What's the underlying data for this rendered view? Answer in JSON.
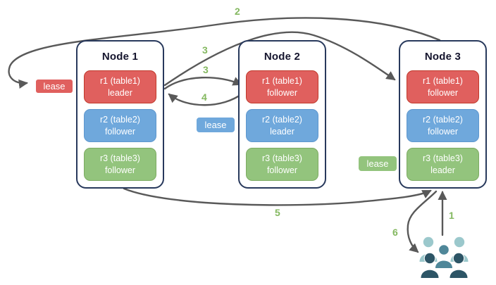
{
  "nodes": [
    {
      "title": "Node 1",
      "replicas": [
        {
          "label": "r1 (table1)",
          "role": "leader",
          "color": "red"
        },
        {
          "label": "r2 (table2)",
          "role": "follower",
          "color": "blue"
        },
        {
          "label": "r3 (table3)",
          "role": "follower",
          "color": "green"
        }
      ]
    },
    {
      "title": "Node 2",
      "replicas": [
        {
          "label": "r1 (table1)",
          "role": "follower",
          "color": "red"
        },
        {
          "label": "r2 (table2)",
          "role": "leader",
          "color": "blue"
        },
        {
          "label": "r3 (table3)",
          "role": "follower",
          "color": "green"
        }
      ]
    },
    {
      "title": "Node 3",
      "replicas": [
        {
          "label": "r1 (table1)",
          "role": "follower",
          "color": "red"
        },
        {
          "label": "r2 (table2)",
          "role": "follower",
          "color": "blue"
        },
        {
          "label": "r3 (table3)",
          "role": "leader",
          "color": "green"
        }
      ]
    }
  ],
  "leases": [
    {
      "label": "lease",
      "color": "red"
    },
    {
      "label": "lease",
      "color": "blue"
    },
    {
      "label": "lease",
      "color": "green"
    }
  ],
  "arrow_labels": {
    "step1": "1",
    "step2": "2",
    "step3a": "3",
    "step3b": "3",
    "step4": "4",
    "step5": "5",
    "step6": "6"
  },
  "icons": {
    "users": "users-group-icon"
  },
  "colors": {
    "red_fill": "#e0605e",
    "red_border": "#c0392b",
    "blue_fill": "#6fa8dc",
    "blue_border": "#5e97ce",
    "green_fill": "#93c47d",
    "green_border": "#7cab62",
    "node_border": "#28395c",
    "node_bg": "#ffffff",
    "arrow": "#595959",
    "number_green": "#84b860",
    "people_light": "#9bc8cc",
    "people_mid": "#4f8799",
    "people_dark": "#2d5566",
    "text_white": "#ffffff",
    "title_color": "#15152e"
  }
}
